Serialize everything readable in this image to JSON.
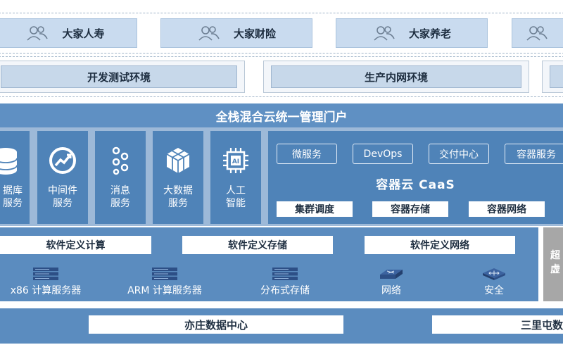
{
  "companies": [
    "大家人寿",
    "大家财险",
    "大家养老",
    ""
  ],
  "environments": [
    "开发测试环境",
    "生产内网环境",
    ""
  ],
  "portal": "全栈混合云统一管理门户",
  "services": [
    {
      "label": "据库\n服务",
      "icon": "database-icon"
    },
    {
      "label": "中间件\n服务",
      "icon": "chart-icon"
    },
    {
      "label": "消息\n服务",
      "icon": "message-cluster-icon"
    },
    {
      "label": "大数据\n服务",
      "icon": "cube-icon"
    },
    {
      "label": "人工\n智能",
      "icon": "ai-chip-icon"
    }
  ],
  "caas": {
    "top_items": [
      "微服务",
      "DevOps",
      "交付中心",
      "容器服务"
    ],
    "title": "容器云 CaaS",
    "bottom_items": [
      "集群调度",
      "容器存储",
      "容器网络"
    ]
  },
  "software_defined": [
    "软件定义计算",
    "软件定义存储",
    "软件定义网络"
  ],
  "hardware": [
    {
      "label": "x86 计算服务器",
      "icon": "server-icon"
    },
    {
      "label": "ARM 计算服务器",
      "icon": "server-icon"
    },
    {
      "label": "分布式存储",
      "icon": "server-icon"
    },
    {
      "label": "网络",
      "icon": "network-switch-icon"
    },
    {
      "label": "安全",
      "icon": "security-icon"
    }
  ],
  "hyper": "超\n虚",
  "datacenters": [
    "亦庄数据中心",
    "三里屯数"
  ],
  "colors": {
    "band": "#5b8cbf",
    "light": "#c9dbef",
    "dark": "#4f83b8"
  }
}
